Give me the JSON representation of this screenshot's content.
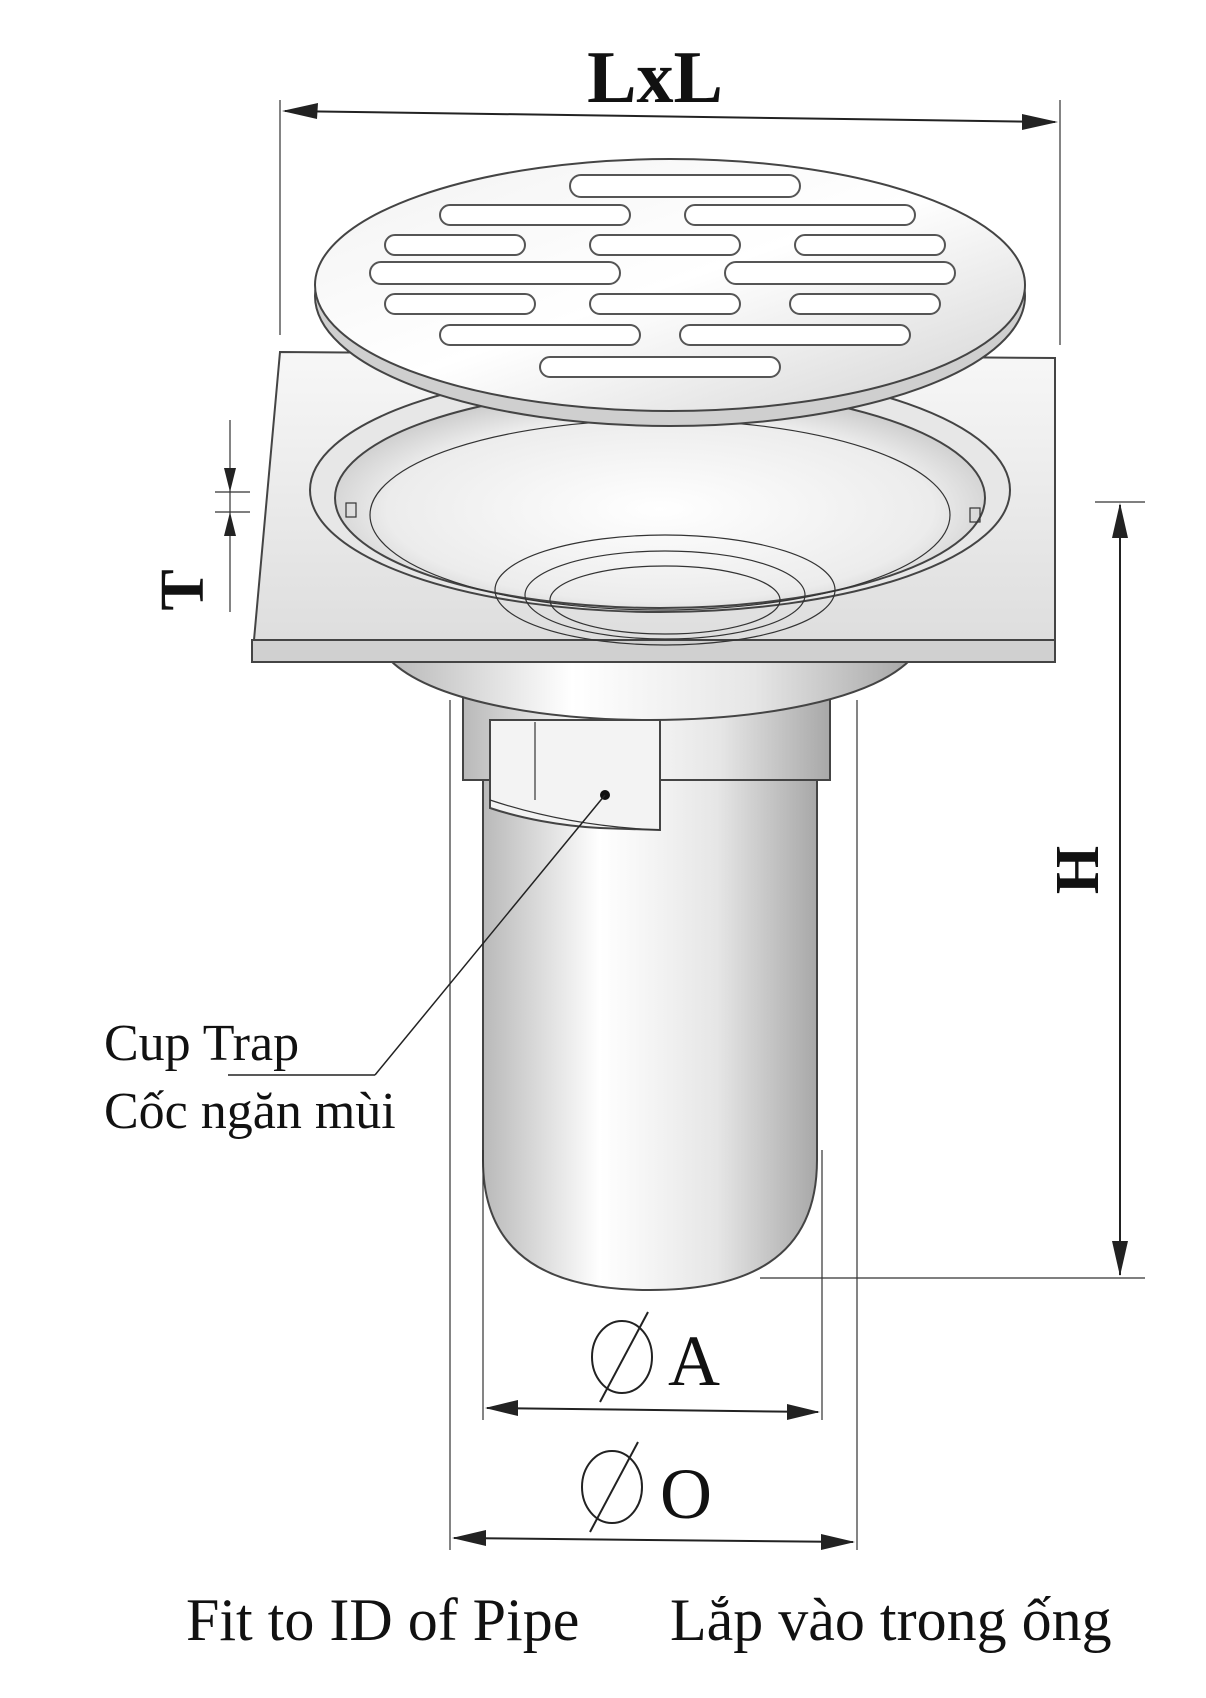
{
  "labels": {
    "length": "LxL",
    "thickness": "T",
    "height": "H",
    "dia_a": "A",
    "dia_o": "O",
    "cup_en": "Cup Trap",
    "cup_vi": "Cốc ngăn mùi",
    "fit_en": "Fit to ID of Pipe",
    "fit_vi": "Lắp vào trong ống"
  },
  "colors": {
    "metal_light": "#f4f4f4",
    "metal_mid": "#d8d8d8",
    "metal_dark": "#a9a9a9",
    "line": "#222222"
  }
}
